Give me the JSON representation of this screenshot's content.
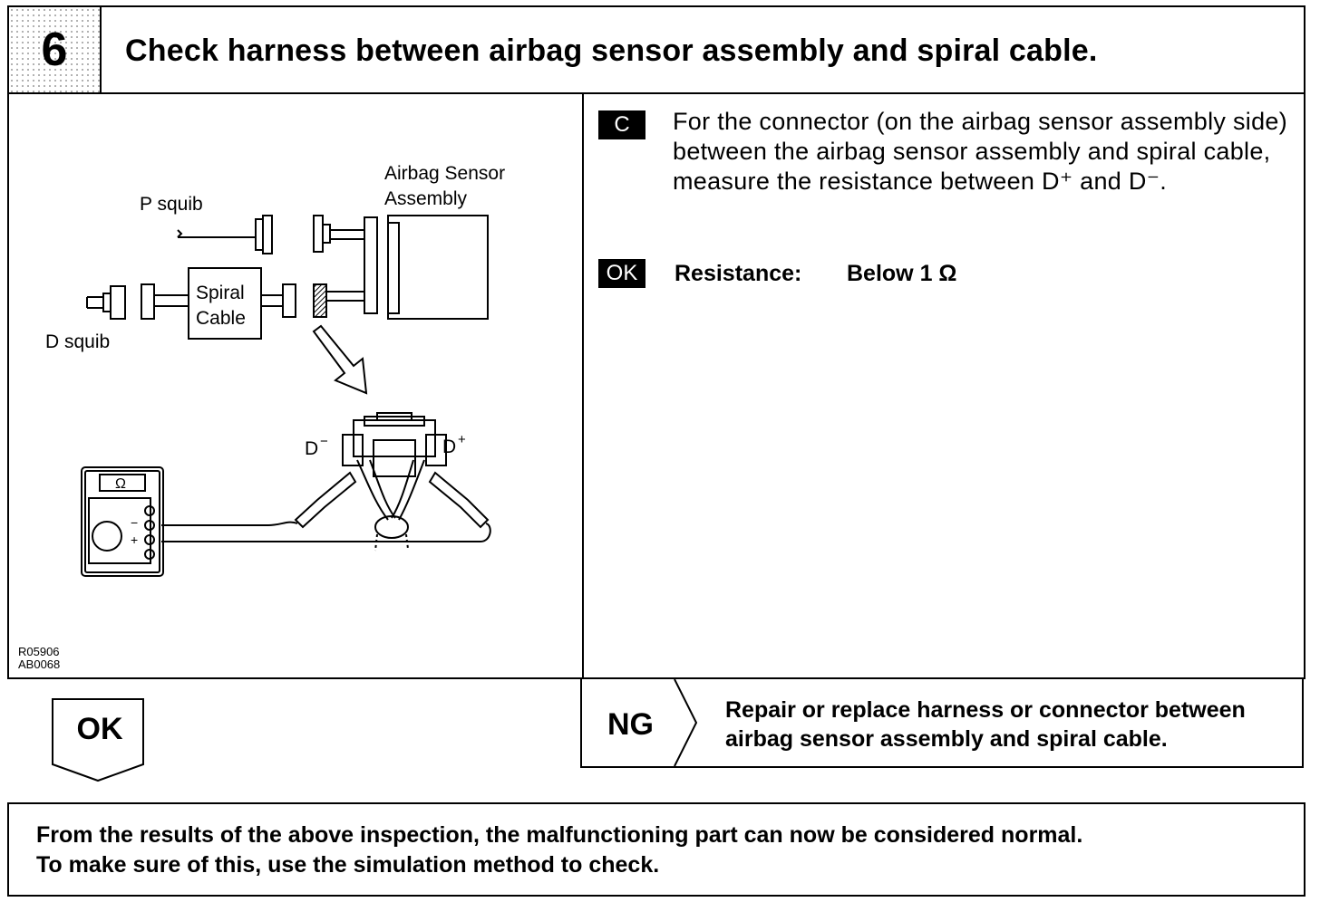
{
  "header": {
    "step_number": "6",
    "title": "Check harness between airbag sensor assembly and spiral cable."
  },
  "figure": {
    "labels": {
      "p_squib": "P squib",
      "d_squib": "D squib",
      "airbag_sensor_line1": "Airbag Sensor",
      "airbag_sensor_line2": "Assembly",
      "spiral_line1": "Spiral",
      "spiral_line2": "Cable",
      "d_minus": "D",
      "d_minus_sup": "−",
      "d_plus": "D",
      "d_plus_sup": "+",
      "ohm": "Ω",
      "meter_minus": "−",
      "meter_plus": "+"
    },
    "codes": {
      "code1": "R05906",
      "code2": "AB0068"
    }
  },
  "instruction": {
    "tag_c": "C",
    "text": "For the connector (on the airbag sensor assembly side) between the airbag sensor assembly and spiral cable, measure the resistance between D⁺ and D⁻.",
    "tag_ok": "OK",
    "resistance_label": "Resistance:",
    "resistance_value": "Below 1 Ω"
  },
  "results": {
    "ok_label": "OK",
    "ng_label": "NG",
    "ng_action_line1": "Repair or replace harness or connector between",
    "ng_action_line2": "airbag sensor assembly and spiral cable."
  },
  "footer": {
    "line1": "From the results of the above inspection, the malfunctioning part can now be considered normal.",
    "line2": "To make sure of this, use the simulation method to check."
  }
}
